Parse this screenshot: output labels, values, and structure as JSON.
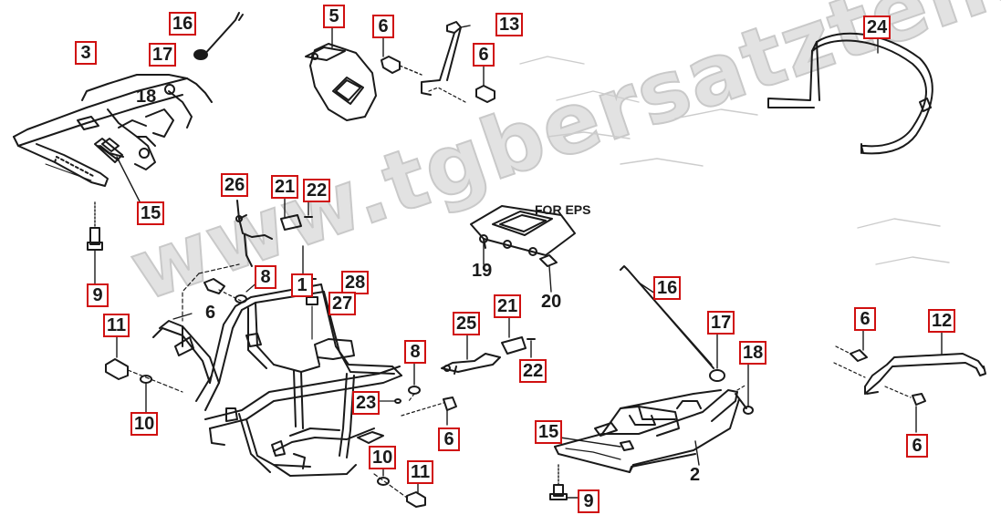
{
  "watermark": "www.tgbersatzteile.de",
  "note": "FOR EPS",
  "colors": {
    "callout_border": "#d01010",
    "line": "#1a1a1a",
    "watermark": "#d8d8d8"
  },
  "callouts": [
    {
      "id": "c16a",
      "label": "16",
      "boxed": true
    },
    {
      "id": "c17a",
      "label": "17",
      "boxed": true
    },
    {
      "id": "c3",
      "label": "3",
      "boxed": true
    },
    {
      "id": "c18a",
      "label": "18",
      "boxed": false
    },
    {
      "id": "c15a",
      "label": "15",
      "boxed": true
    },
    {
      "id": "c9a",
      "label": "9",
      "boxed": true
    },
    {
      "id": "c5",
      "label": "5",
      "boxed": true
    },
    {
      "id": "c6a",
      "label": "6",
      "boxed": true
    },
    {
      "id": "c13",
      "label": "13",
      "boxed": true
    },
    {
      "id": "c6b",
      "label": "6",
      "boxed": true
    },
    {
      "id": "c24",
      "label": "24",
      "boxed": true
    },
    {
      "id": "c26",
      "label": "26",
      "boxed": true
    },
    {
      "id": "c21a",
      "label": "21",
      "boxed": true
    },
    {
      "id": "c22a",
      "label": "22",
      "boxed": true
    },
    {
      "id": "c8a",
      "label": "8",
      "boxed": true
    },
    {
      "id": "c1",
      "label": "1",
      "boxed": true
    },
    {
      "id": "c28",
      "label": "28",
      "boxed": true
    },
    {
      "id": "c27",
      "label": "27",
      "boxed": true
    },
    {
      "id": "c6c",
      "label": "6",
      "boxed": false
    },
    {
      "id": "c19",
      "label": "19",
      "boxed": false
    },
    {
      "id": "c20",
      "label": "20",
      "boxed": false
    },
    {
      "id": "c16b",
      "label": "16",
      "boxed": true
    },
    {
      "id": "c17b",
      "label": "17",
      "boxed": true
    },
    {
      "id": "c18b",
      "label": "18",
      "boxed": true
    },
    {
      "id": "c11a",
      "label": "11",
      "boxed": true
    },
    {
      "id": "c10a",
      "label": "10",
      "boxed": true
    },
    {
      "id": "c25",
      "label": "25",
      "boxed": true
    },
    {
      "id": "c21b",
      "label": "21",
      "boxed": true
    },
    {
      "id": "c22b",
      "label": "22",
      "boxed": true
    },
    {
      "id": "c8b",
      "label": "8",
      "boxed": true
    },
    {
      "id": "c23",
      "label": "23",
      "boxed": true
    },
    {
      "id": "c6d",
      "label": "6",
      "boxed": true
    },
    {
      "id": "c10b",
      "label": "10",
      "boxed": true
    },
    {
      "id": "c11b",
      "label": "11",
      "boxed": true
    },
    {
      "id": "c15b",
      "label": "15",
      "boxed": true
    },
    {
      "id": "c2",
      "label": "2",
      "boxed": false
    },
    {
      "id": "c9b",
      "label": "9",
      "boxed": true
    },
    {
      "id": "c6e",
      "label": "6",
      "boxed": true
    },
    {
      "id": "c12",
      "label": "12",
      "boxed": true
    },
    {
      "id": "c6f",
      "label": "6",
      "boxed": true
    }
  ]
}
